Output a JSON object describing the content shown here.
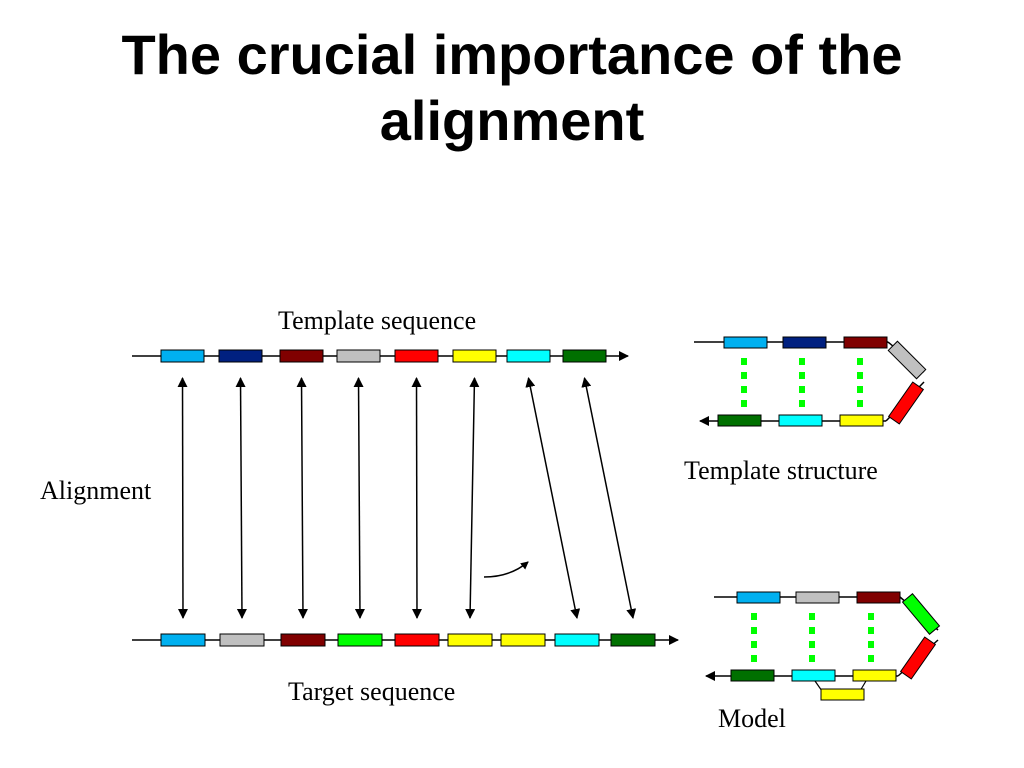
{
  "title": {
    "line1": "The crucial importance of the",
    "line2": "alignment"
  },
  "labels": {
    "template_sequence": "Template sequence",
    "alignment": "Alignment",
    "target_sequence": "Target sequence",
    "template_structure": "Template structure",
    "model": "Model"
  },
  "colors": {
    "light_blue": "#00B0F0",
    "navy": "#002080",
    "dark_red": "#800000",
    "gray": "#C0C0C0",
    "red": "#FF0000",
    "yellow": "#FFFF00",
    "cyan": "#00FFFF",
    "green": "#007000",
    "bright_green": "#00FF00",
    "dotted_green": "#00FF00"
  },
  "template_segments": [
    "light_blue",
    "navy",
    "dark_red",
    "gray",
    "red",
    "yellow",
    "cyan",
    "green"
  ],
  "target_segments": [
    "light_blue",
    "gray",
    "dark_red",
    "bright_green",
    "red",
    "yellow",
    "yellow",
    "cyan",
    "green"
  ],
  "alignment_links": [
    [
      0,
      0
    ],
    [
      1,
      1
    ],
    [
      2,
      2
    ],
    [
      3,
      3
    ],
    [
      4,
      4
    ],
    [
      5,
      5
    ],
    [
      6,
      7
    ],
    [
      7,
      8
    ]
  ],
  "template_structure_top": [
    "light_blue",
    "navy",
    "dark_red"
  ],
  "template_structure_turn": [
    "gray",
    "red"
  ],
  "template_structure_bottom": [
    "green",
    "cyan",
    "yellow"
  ],
  "model_top": [
    "light_blue",
    "gray",
    "dark_red"
  ],
  "model_turn": [
    "bright_green",
    "red"
  ],
  "model_bottom": [
    "green",
    "cyan",
    "yellow"
  ],
  "model_insertion": "yellow"
}
